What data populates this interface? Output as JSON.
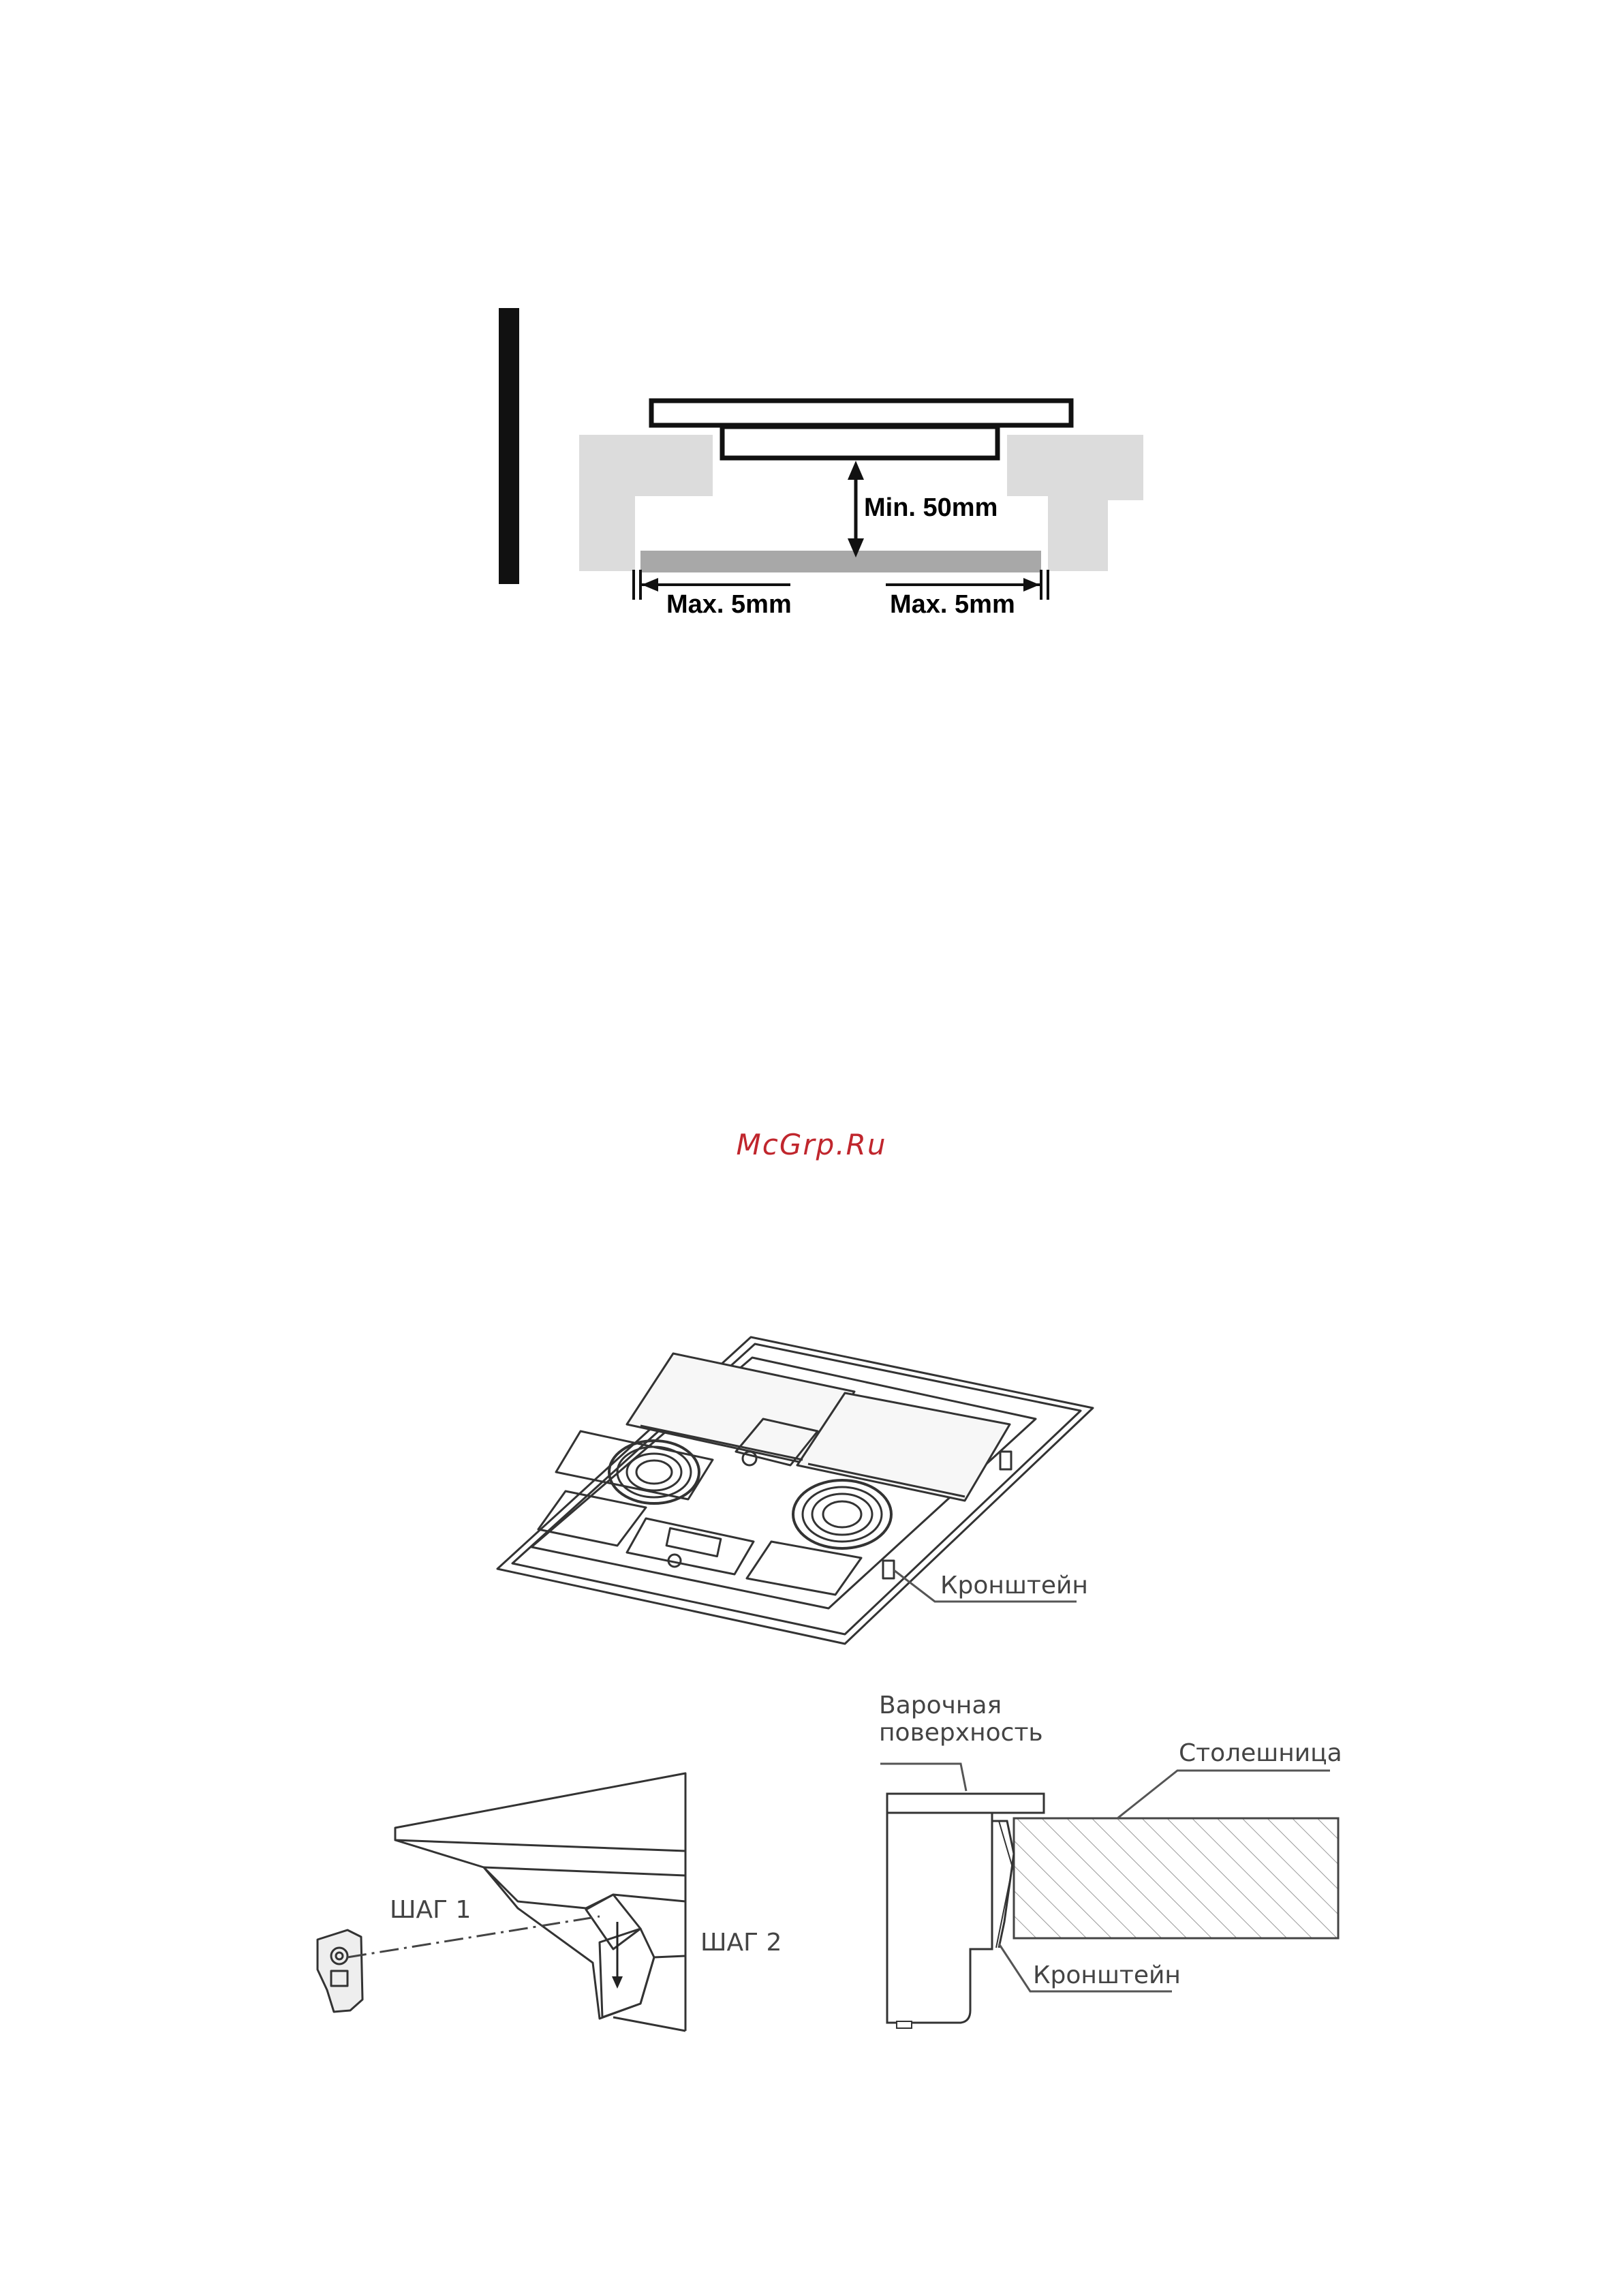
{
  "clearance_diagram": {
    "min_label": "Min. 50mm",
    "max_left_label": "Max. 5mm",
    "max_right_label": "Max. 5mm"
  },
  "watermark": "McGrp.Ru",
  "hob_view": {
    "bracket_label": "Кронштейн"
  },
  "step_diagram": {
    "step1_label": "ШАГ 1",
    "step2_label": "ШАГ 2"
  },
  "section_view": {
    "hob_label_line1": "Варочная",
    "hob_label_line2": "поверхность",
    "worktop_label": "Столешница",
    "bracket_label": "Кронштейн"
  },
  "colors": {
    "watermark": "#c0262d",
    "panel_gray": "#dcdcdc",
    "shelf_gray": "#a8a8a8"
  }
}
